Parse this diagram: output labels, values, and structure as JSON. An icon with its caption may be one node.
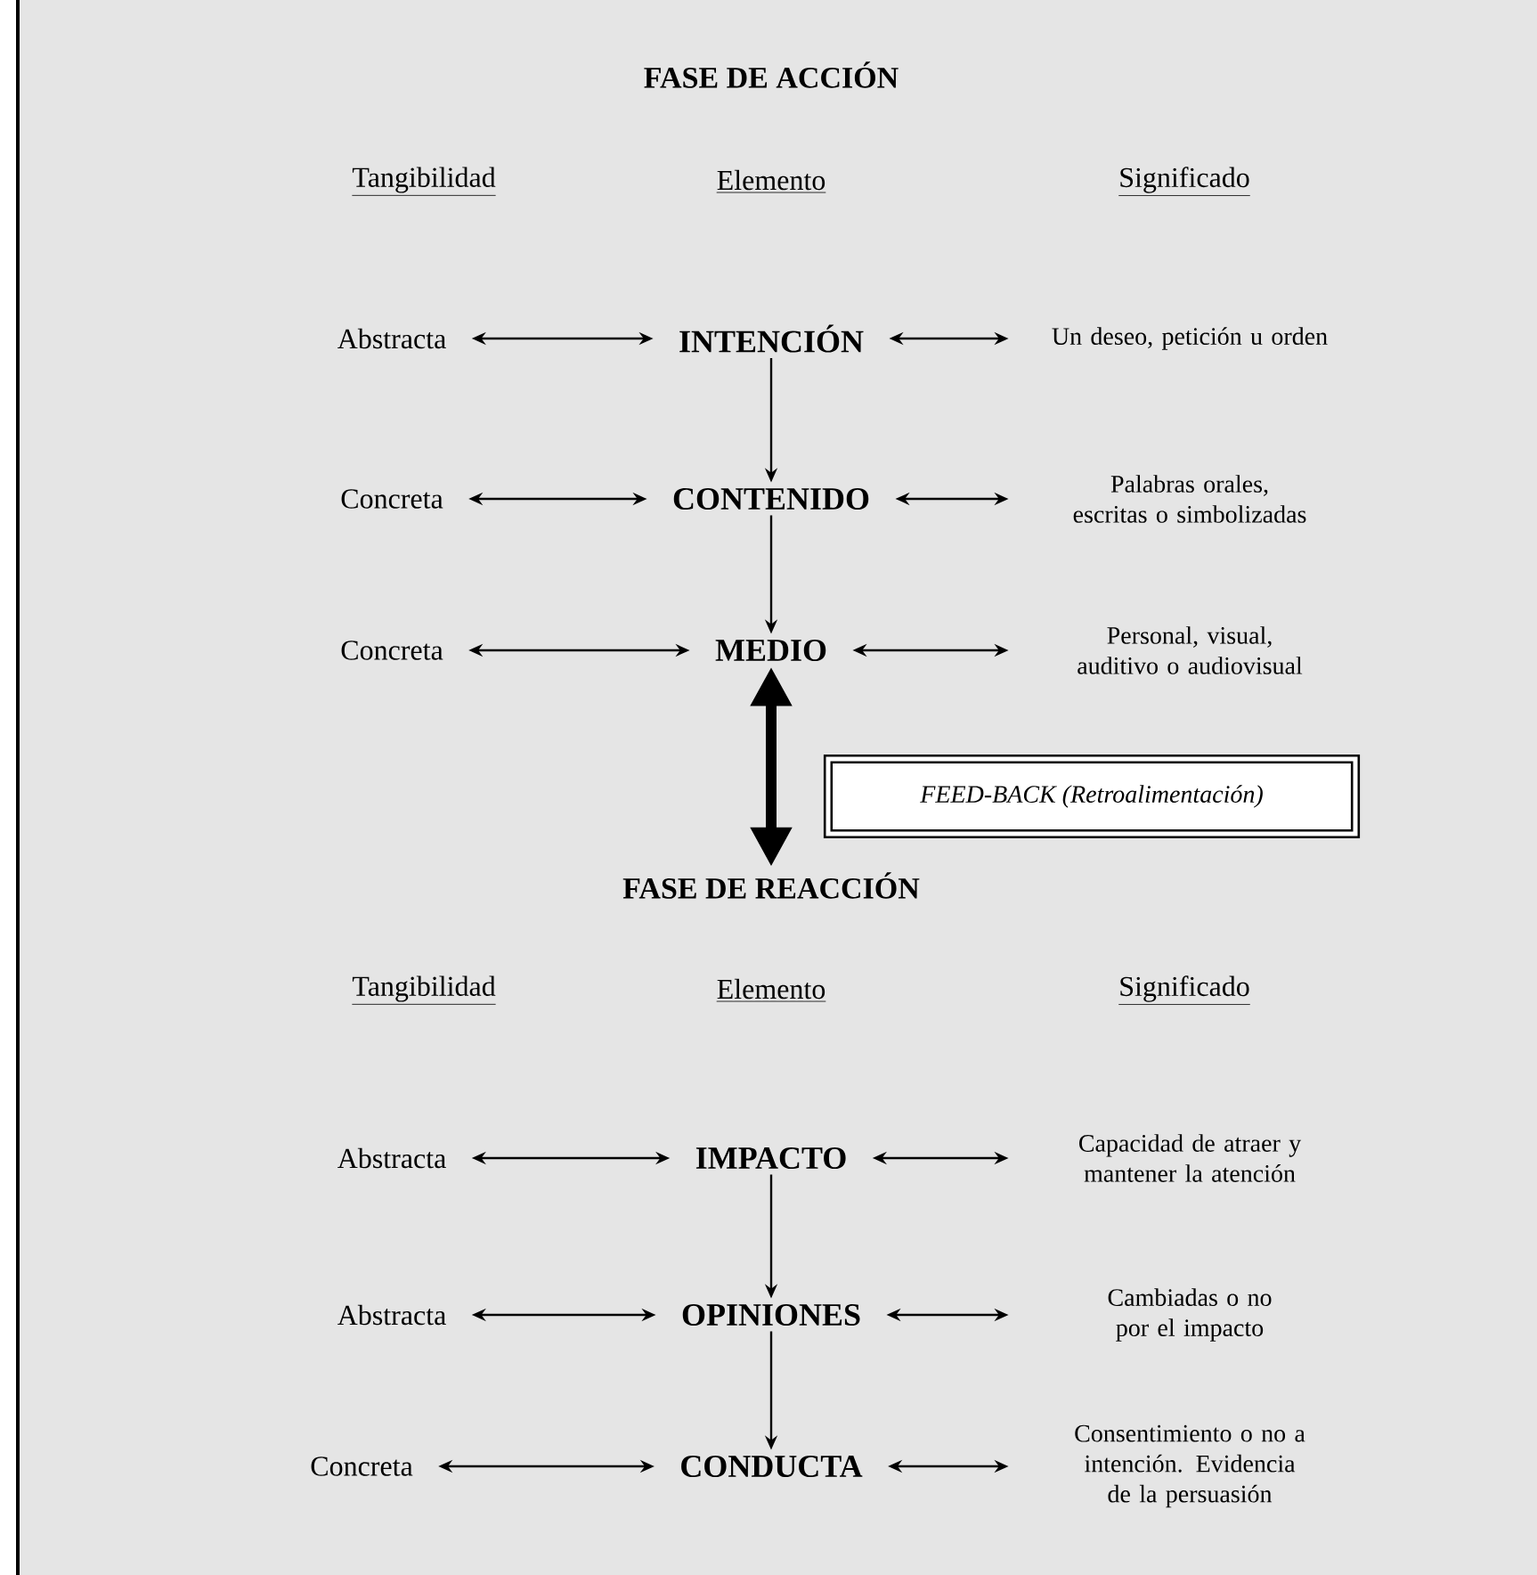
{
  "diagram": {
    "title": "FASE DE ACCIÓN",
    "nodes": [
      {
        "text": [
          "Abstracta"
        ]
      },
      {
        "text": [
          "INTENCIÓN"
        ]
      },
      {
        "text": [
          "Un deseo, petición u orden"
        ]
      },
      {
        "text": [
          "Concreta"
        ]
      },
      {
        "text": [
          "CONTENIDO"
        ]
      },
      {
        "text": [
          "Palabras orales, escritas o simbolizadas"
        ]
      },
      {
        "text": [
          "Concreta"
        ]
      },
      {
        "text": [
          "MEDIO"
        ]
      },
      {
        "text": [
          "Personal, visual, auditivo o audiovisual"
        ]
      },
      {
        "text": [
          "FEED-BACK (Retroalimentación)"
        ]
      },
      {
        "text": [
          "FASE DE REACCIÓN"
        ]
      },
      {
        "text": [
          "Abstracta"
        ]
      },
      {
        "text": [
          "IMPACTO"
        ]
      },
      {
        "text": [
          "Capacidad de atraer y mantener la atención"
        ]
      },
      {
        "text": [
          "Abstracta"
        ]
      },
      {
        "text": [
          "OPINIONES"
        ]
      },
      {
        "text": [
          "Cambiadas o no por el impacto"
        ]
      },
      {
        "text": [
          "Concreta"
        ]
      },
      {
        "text": [
          "CONDUCTA"
        ]
      },
      {
        "text": [
          "Consentimiento o no a intención. Evidencia de la persuasión"
        ]
      }
    ],
    "edges": [
      {
        "from": 0,
        "to": 1,
        "arrow": "both"
      },
      {
        "from": 1,
        "to": 2,
        "arrow": "both"
      },
      {
        "from": 3,
        "to": 4,
        "arrow": "both"
      },
      {
        "from": 4,
        "to": 5,
        "arrow": "both"
      },
      {
        "from": 6,
        "to": 7,
        "arrow": "both"
      },
      {
        "from": 7,
        "to": 8,
        "arrow": "both"
      },
      {
        "from": 1,
        "to": 4,
        "arrow": "to"
      },
      {
        "from": 4,
        "to": 7,
        "arrow": "to"
      },
      {
        "from": 7,
        "to": 10,
        "arrow": "both",
        "style": "thick"
      },
      {
        "from": 11,
        "to": 12,
        "arrow": "both"
      },
      {
        "from": 12,
        "to": 13,
        "arrow": "both"
      },
      {
        "from": 14,
        "to": 15,
        "arrow": "both"
      },
      {
        "from": 15,
        "to": 16,
        "arrow": "both"
      },
      {
        "from": 17,
        "to": 18,
        "arrow": "both"
      },
      {
        "from": 18,
        "to": 19,
        "arrow": "both"
      },
      {
        "from": 12,
        "to": 15,
        "arrow": "to"
      },
      {
        "from": 15,
        "to": 18,
        "arrow": "to"
      }
    ],
    "labels": [
      "Tangibilidad",
      "Elemento",
      "Significado",
      "Tangibilidad",
      "Elemento",
      "Significado"
    ]
  }
}
